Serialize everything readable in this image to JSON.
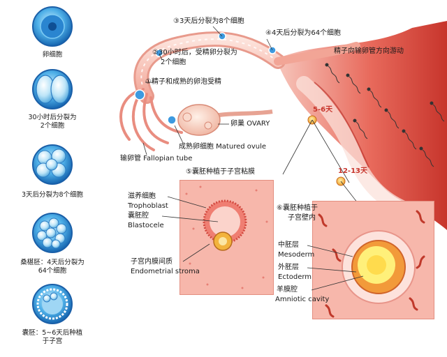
{
  "stages": [
    {
      "label": "卵细胞"
    },
    {
      "label": "30小时后分裂为\n2个细胞"
    },
    {
      "label": "3天后分裂为8个细胞"
    },
    {
      "label": "桑椹胚：4天后分裂为\n64个细胞"
    },
    {
      "label": "囊胚：5~6天后种植\n于子宫"
    }
  ],
  "main": {
    "step1": "①精子和成熟的卵泡受精",
    "step2a": "②30小时后，受精卵分裂为",
    "step2b": "2个细胞",
    "step3": "③3天后分裂为8个细胞",
    "step4": "④4天后分裂为64个细胞",
    "sperm_dir": "精子向输卵管方向游动",
    "ovary": "卵巢 OVARY",
    "ovule": "成熟卵细胞 Matured ovule",
    "tube": "输卵管 Fallopian tube",
    "day56": "5-6天",
    "day1213": "12-13天",
    "step5": "⑤囊胚种植于子宫粘膜",
    "step6a": "⑥囊胚种植于",
    "step6b": "子宫壁内"
  },
  "inset1": {
    "trophoblast_cn": "滋养细胞",
    "trophoblast_en": "Trophoblast",
    "blastocele_cn": "囊胚腔",
    "blastocele_en": "Blastocele",
    "stroma_cn": "子宫内膜间质",
    "stroma_en": "Endometrial stroma"
  },
  "inset2": {
    "mesoderm_cn": "中胚层",
    "mesoderm_en": "Mesoderm",
    "ectoderm_cn": "外胚层",
    "ectoderm_en": "Ectoderm",
    "amnion_cn": "羊膜腔",
    "amnion_en": "Amniotic cavity"
  },
  "colors": {
    "cell_blue": "#2f8fd6",
    "tissue_pink": "#f4a9a0",
    "tissue_red": "#d9423a",
    "yolk": "#f2b33d"
  }
}
